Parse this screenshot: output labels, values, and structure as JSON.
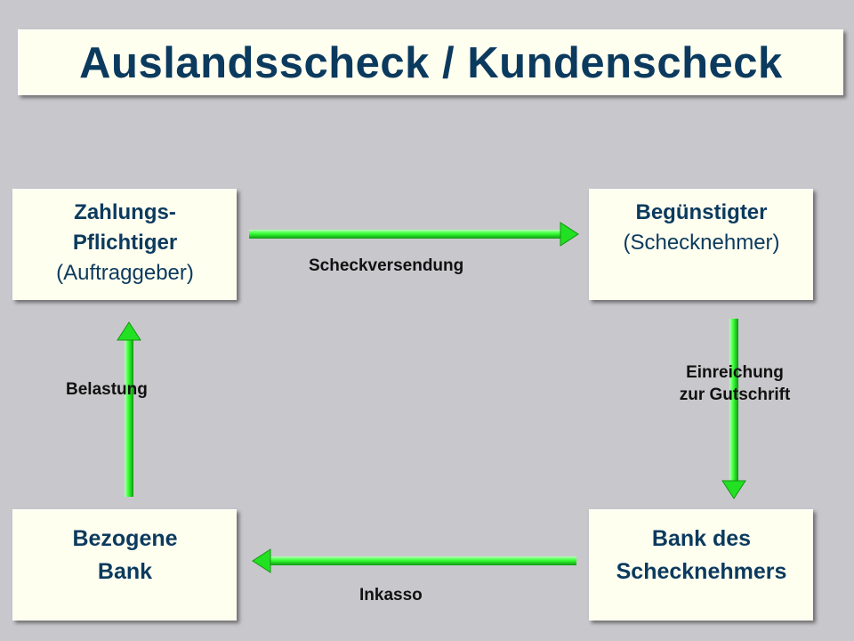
{
  "title": "Auslandsscheck / Kundenscheck",
  "boxes": {
    "zahlungspflichtiger": {
      "line1": "Zahlungs-",
      "line2": "Pflichtiger",
      "line3": "(Auftraggeber)"
    },
    "beguenstigter": {
      "line1": "Begünstigter",
      "line2": "(Schecknehmer)"
    },
    "bezogene_bank": {
      "line1": "Bezogene",
      "line2": "Bank"
    },
    "bank_des_schecknehmers": {
      "line1": "Bank des",
      "line2": "Schecknehmers"
    }
  },
  "arrows": {
    "scheckversendung": "Scheckversendung",
    "einreichung_line1": "Einreichung",
    "einreichung_line2": "zur Gutschrift",
    "inkasso": "Inkasso",
    "belastung": "Belastung"
  },
  "colors": {
    "background": "#c8c8cc",
    "panel": "#fffff0",
    "text_blue": "#0b3a5e",
    "arrow_green": "#33ff33"
  }
}
